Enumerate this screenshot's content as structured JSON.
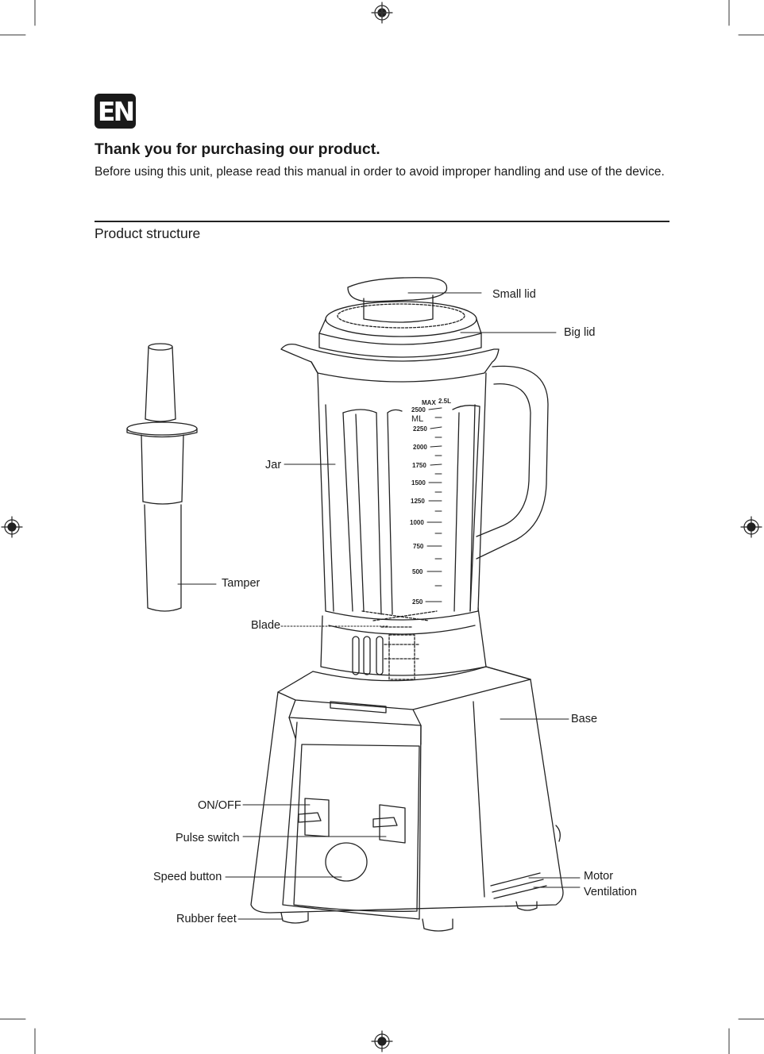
{
  "language_badge": "EN",
  "heading": "Thank you for purchasing our product.",
  "intro": "Before using this unit, please read this manual in order to avoid improper handling and use of the device.",
  "section_title": "Product structure",
  "parts": {
    "small_lid": "Small lid",
    "big_lid": "Big lid",
    "jar": "Jar",
    "tamper": "Tamper",
    "blade": "Blade",
    "base": "Base",
    "on_off": "ON/OFF",
    "pulse_switch": "Pulse switch",
    "speed_button": "Speed button",
    "rubber_feet": "Rubber feet",
    "motor_ventilation_line1": "Motor",
    "motor_ventilation_line2": "Ventilation"
  },
  "jar_scale": {
    "max": "MAX",
    "capacity": "2.5L",
    "unit": "ML",
    "marks": [
      "2500",
      "2250",
      "2000",
      "1750",
      "1500",
      "1250",
      "1000",
      "750",
      "500",
      "250"
    ]
  }
}
